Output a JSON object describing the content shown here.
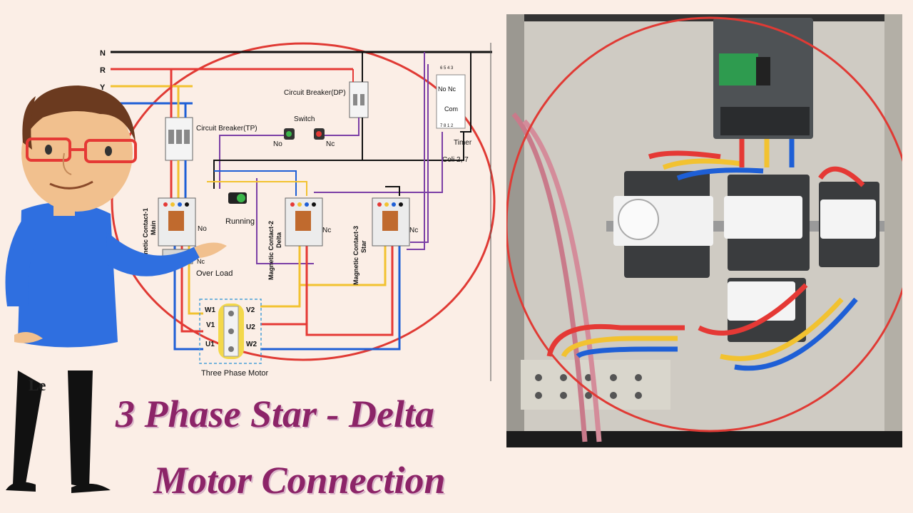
{
  "diagram": {
    "lines": {
      "n": "N",
      "r": "R",
      "y": "Y"
    },
    "circuit_breaker_tp": "Circuit Breaker(TP)",
    "circuit_breaker_dp": "Circuit Breaker(DP)",
    "switch": {
      "label": "Switch",
      "no": "No",
      "nc": "Nc"
    },
    "timer": {
      "label": "Timer",
      "no_nc": "No Nc",
      "com": "Com",
      "coil": "Coli 2, 7",
      "pins_top": "6 5 4 3",
      "pins_bottom": "7 8 1 2"
    },
    "contactor_main": {
      "label_1": "Magnetic Contact-1",
      "label_2": "Main",
      "contact": "No"
    },
    "contactor_delta": {
      "label_1": "Magnetic Contact-2",
      "label_2": "Delta",
      "contact": "Nc"
    },
    "contactor_star": {
      "label_1": "Magnetic Contact-3",
      "label_2": "Star",
      "contact": "Nc"
    },
    "running_lamp": "Running",
    "overload": {
      "label": "Over Load",
      "nc": "Nc"
    },
    "motor": {
      "label": "Three Phase Motor",
      "terminals": {
        "w1": "W1",
        "v1": "V1",
        "u1": "U1",
        "v2": "V2",
        "u2": "U2",
        "w2": "W2"
      }
    }
  },
  "title": {
    "line1": "3 Phase Star - Delta",
    "line2": "Motor Connection"
  },
  "logo_fragment": "Le",
  "colors": {
    "wire_red": "#e53935",
    "wire_yellow": "#f2c230",
    "wire_blue": "#1e5fd6",
    "wire_black": "#111111",
    "wire_purple": "#7b3fa6",
    "highlight_circle": "#e03a34",
    "title": "#8c2468"
  }
}
